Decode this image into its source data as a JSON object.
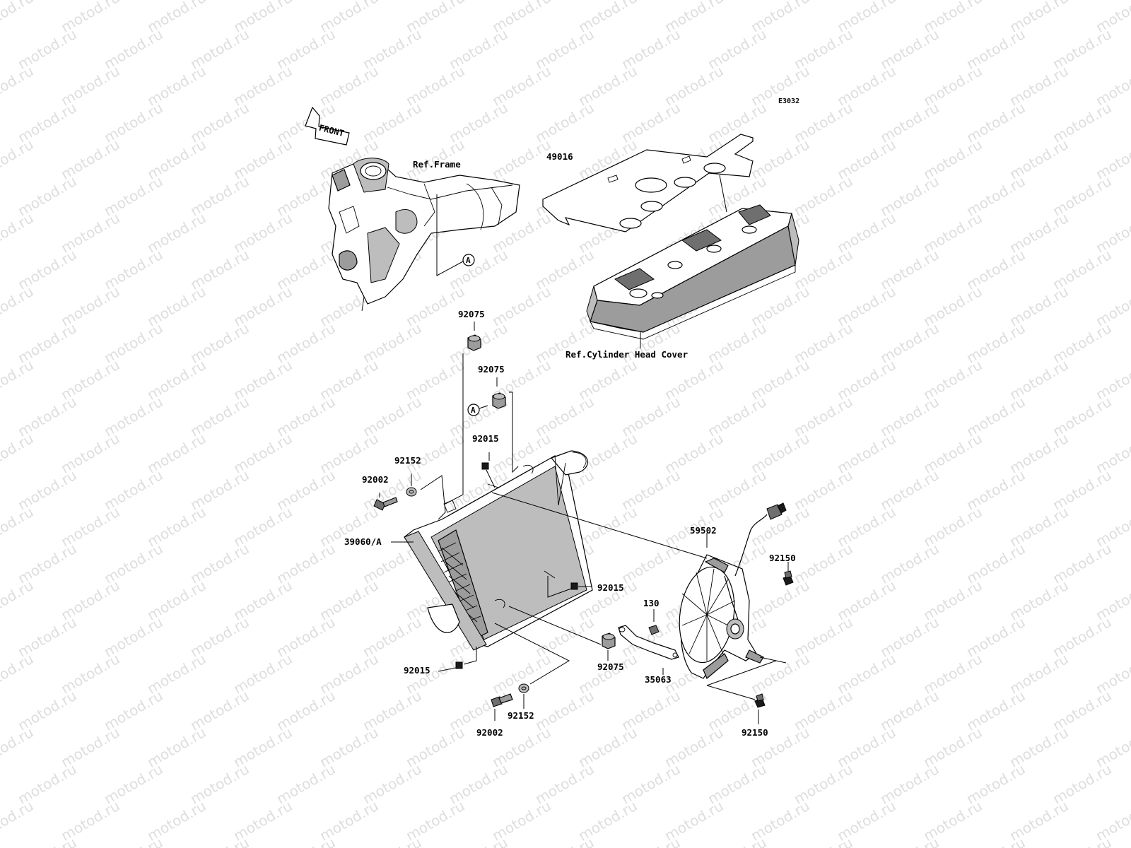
{
  "watermark_text": "motod.ru",
  "diagram_code": "E3032",
  "front_marker": "FRONT",
  "callout_letter": "A",
  "labels": {
    "ref_frame": "Ref.Frame",
    "p49016": "49016",
    "ref_head_cover": "Ref.Cylinder Head Cover",
    "p92075_top": "92075",
    "p92075_mid": "92075",
    "p92015_top": "92015",
    "p92152_left": "92152",
    "p92002_left": "92002",
    "p39060": "39060/A",
    "p59502": "59502",
    "p92150_right": "92150",
    "p92015_mid": "92015",
    "p130": "130",
    "p92075_bottom": "92075",
    "p35063": "35063",
    "p92015_bottom": "92015",
    "p92152_bottom": "92152",
    "p92002_bottom": "92002",
    "p92150_bottom": "92150"
  }
}
